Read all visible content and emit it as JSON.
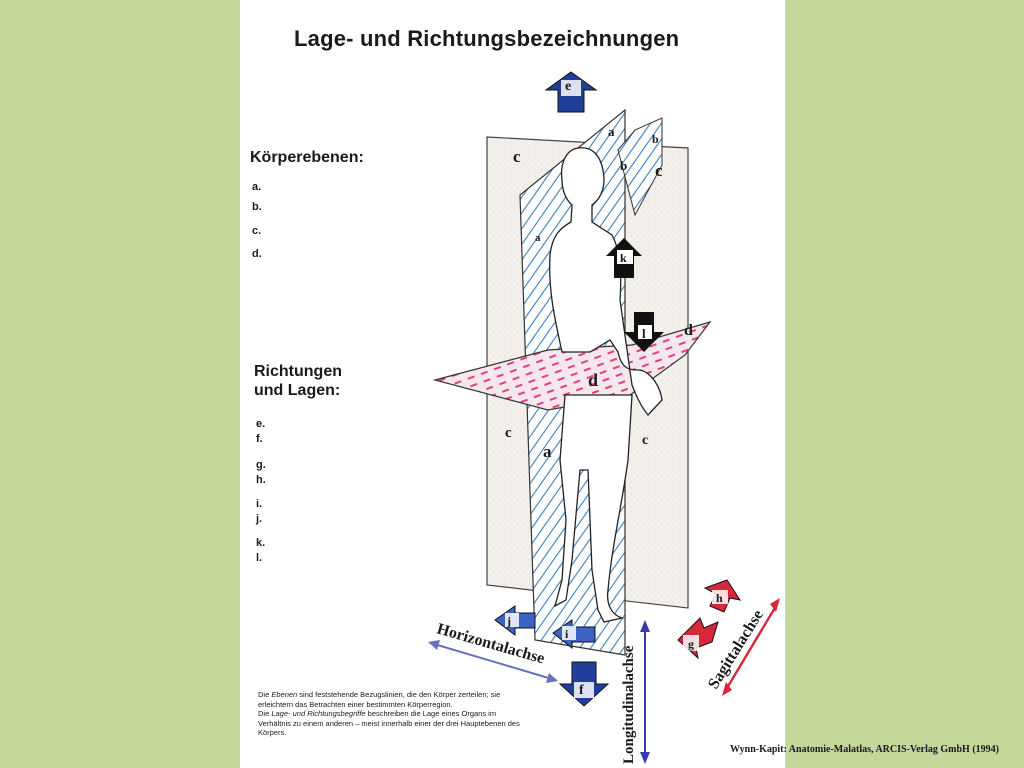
{
  "title": "Lage- und Richtungsbezeichnungen",
  "koerperebenen": {
    "heading": "Körperebenen:",
    "items": [
      "a.",
      "b.",
      "c.",
      "d."
    ]
  },
  "richtungen": {
    "heading_line1": "Richtungen",
    "heading_line2": "und Lagen:",
    "items": [
      "e.",
      "f.",
      "g.",
      "h.",
      "i.",
      "j.",
      "k.",
      "l."
    ]
  },
  "diagram_labels": {
    "plane_a": "a",
    "plane_b": "b",
    "plane_c": "c",
    "plane_d": "d",
    "arrow_e": "e",
    "arrow_f": "f",
    "arrow_g": "g",
    "arrow_h": "h",
    "arrow_i": "i",
    "arrow_j": "j",
    "arrow_k": "k",
    "arrow_l": "l"
  },
  "axes": {
    "horizontal": "Horizontalachse",
    "longitudinal": "Longitudinalachse",
    "sagittal": "Sagittalachse"
  },
  "caption": {
    "line1_pre": "Die ",
    "line1_em": "Ebenen",
    "line1_post": " sind feststehende Bezugslinien, die den Körper zerteilen; sie erleichtern das Betrachten einer bestimmten Körperregion.",
    "line2_pre": "Die ",
    "line2_em": "Lage- und Richtungsbegriffe",
    "line2_post": " beschreiben die Lage eines Organs im Verhältnis zu einem anderen – meist innerhalb einer der drei Hauptebenen des Körpers."
  },
  "credit": "Wynn-Kapit: Anatomie-Malatlas, ARCIS-Verlag GmbH (1994)",
  "colors": {
    "background": "#c5d89c",
    "plane_fill": "#f3f0ec",
    "sagittal_hatch": "#3b7fc4",
    "transverse_hatch": "#e0407a",
    "arrow_blue": "#1f3f9a",
    "arrow_red": "#d8273a",
    "arrow_black": "#111111"
  }
}
